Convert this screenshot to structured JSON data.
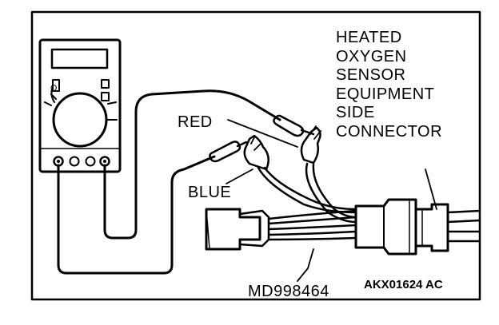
{
  "diagram": {
    "labels": {
      "connector_lines": [
        "HEATED",
        "OXYGEN",
        "SENSOR",
        "EQUIPMENT",
        "SIDE",
        "CONNECTOR"
      ],
      "red": "RED",
      "blue": "BLUE",
      "tool": "MD998464",
      "code": "AKX01624 AC"
    },
    "meter": {
      "selector_symbol": "Ω"
    },
    "colors": {
      "ink": "#000000",
      "paper": "#ffffff"
    }
  }
}
